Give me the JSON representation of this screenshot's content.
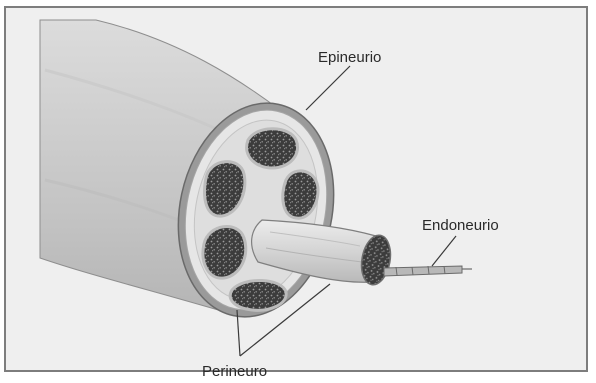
{
  "labels": {
    "epineurio": "Epineurio",
    "endoneurio": "Endoneurio",
    "perineuro": "Perineuro"
  },
  "colors": {
    "background": "#efefef",
    "nerve_body": "#d2d2d2",
    "fascicle_fill": "#4a4a4a",
    "leader_line": "#3a3a3a"
  }
}
